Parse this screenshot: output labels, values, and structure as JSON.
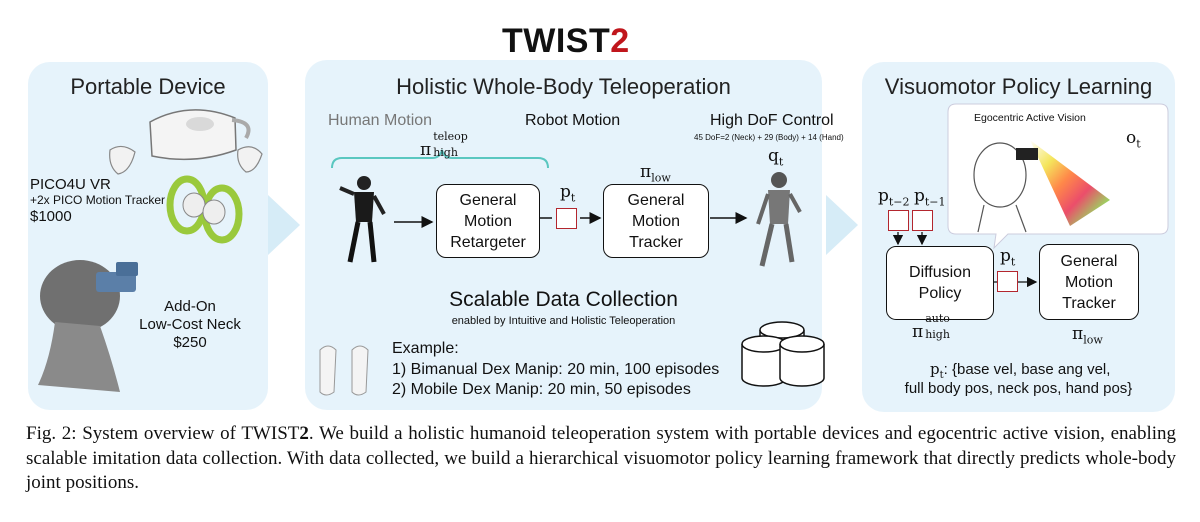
{
  "title": {
    "prefix": "TWIST",
    "suffix": "2",
    "suffix_color": "#c0161c"
  },
  "colors": {
    "panel_bg": "#e6f3fb",
    "accent_red": "#b3262e",
    "brace": "#5ac7c0"
  },
  "panel_left": {
    "title": "Portable Device",
    "device1_name": "PICO4U VR",
    "device1_detail": "+2x PICO Motion Tracker",
    "device1_price": "$1000",
    "device2_line1": "Add-On",
    "device2_line2": "Low-Cost Neck",
    "device2_price": "$250"
  },
  "panel_mid": {
    "title": "Holistic Whole-Body Teleoperation",
    "human_motion": "Human Motion",
    "robot_motion": "Robot Motion",
    "high_dof": "High DoF Control",
    "dof_note": "45 DoF=2 (Neck) + 29 (Body) + 14 (Hand)",
    "pi_high_teleop": {
      "base": "π",
      "sup": "teleop",
      "sub": "high"
    },
    "pi_low": {
      "base": "π",
      "sub": "low"
    },
    "q_t": {
      "base": "q",
      "sub": "t"
    },
    "p_t": {
      "base": "p",
      "sub": "t"
    },
    "retargeter": [
      "General",
      "Motion",
      "Retargeter"
    ],
    "tracker": [
      "General",
      "Motion",
      "Tracker"
    ],
    "scalable_title": "Scalable Data Collection",
    "scalable_sub": "enabled by Intuitive and Holistic Teleoperation",
    "example_title": "Example:",
    "example_1": "1) Bimanual Dex Manip: 20 min, 100 episodes",
    "example_2": "2) Mobile Dex Manip: 20 min, 50 episodes"
  },
  "panel_right": {
    "title": "Visuomotor Policy Learning",
    "ego_label": "Egocentric Active Vision",
    "o_t": {
      "base": "o",
      "sub": "t"
    },
    "p_t_minus2": {
      "base": "p",
      "sub": "t−2"
    },
    "p_t_minus1": {
      "base": "p",
      "sub": "t−1"
    },
    "p_t": {
      "base": "p",
      "sub": "t"
    },
    "diffusion": [
      "Diffusion",
      "Policy"
    ],
    "tracker": [
      "General",
      "Motion",
      "Tracker"
    ],
    "pi_high_auto": {
      "base": "π",
      "sup": "auto",
      "sub": "high"
    },
    "pi_low": {
      "base": "π",
      "sub": "low"
    },
    "pt_def_line1": "p",
    "pt_def_sub": "t",
    "pt_def_rest": ": {base vel, base ang vel,",
    "pt_def_line2": "full body pos, neck pos, hand pos}"
  },
  "caption": {
    "label": "Fig. 2: System overview of TWIST",
    "bold": "2",
    "text": ". We build a holistic humanoid teleoperation system with portable devices and egocentric active vision, enabling scalable imitation data collection. With data collected, we build a hierarchical visuomotor policy learning framework that directly predicts whole-body joint positions."
  }
}
